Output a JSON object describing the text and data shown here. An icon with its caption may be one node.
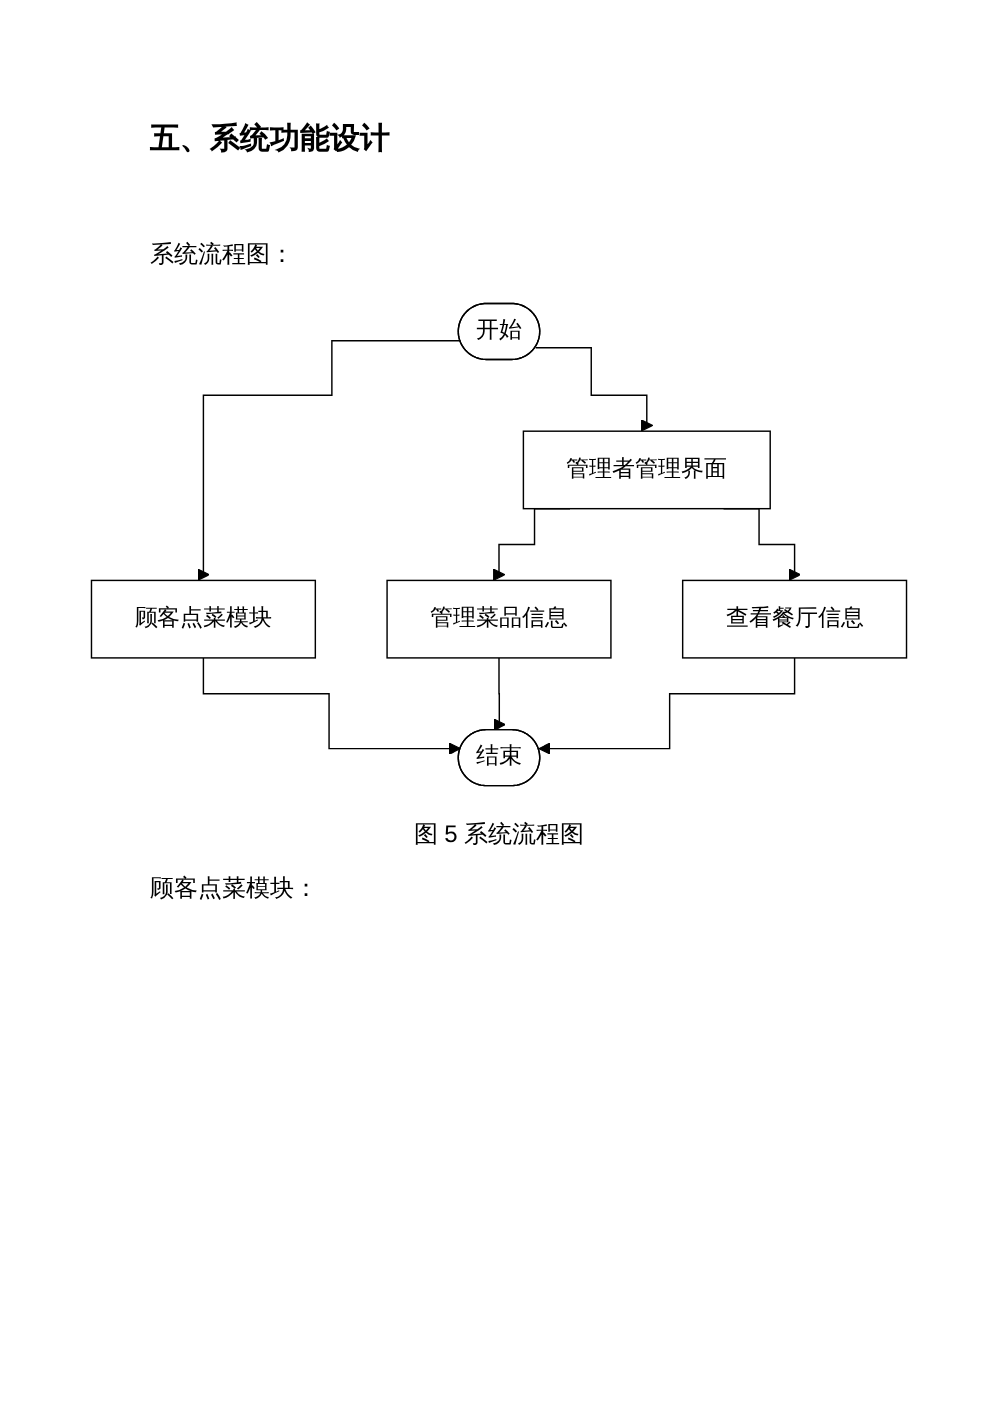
{
  "diagram": {
    "title": "五、系统功能设计",
    "caption": "图 5 系统流程图",
    "nodes": [
      {
        "text": [
          "开始"
        ]
      },
      {
        "text": [
          "顾客点菜模块"
        ]
      },
      {
        "text": [
          "管理者管理界面"
        ]
      },
      {
        "text": [
          "管理菜品信息"
        ]
      },
      {
        "text": [
          "查看餐厅信息"
        ]
      },
      {
        "text": [
          "结束"
        ]
      }
    ],
    "edges": [
      {
        "from": 0,
        "to": 1,
        "arrow": "to"
      },
      {
        "from": 0,
        "to": 2,
        "arrow": "to"
      },
      {
        "from": 2,
        "to": 3,
        "arrow": "to"
      },
      {
        "from": 2,
        "to": 4,
        "arrow": "to"
      },
      {
        "from": 1,
        "to": 5,
        "arrow": "to"
      },
      {
        "from": 3,
        "to": 5,
        "arrow": "to"
      },
      {
        "from": 4,
        "to": 5,
        "arrow": "to"
      }
    ],
    "labels": [
      "系统流程图：",
      "顾客点菜模块："
    ]
  }
}
